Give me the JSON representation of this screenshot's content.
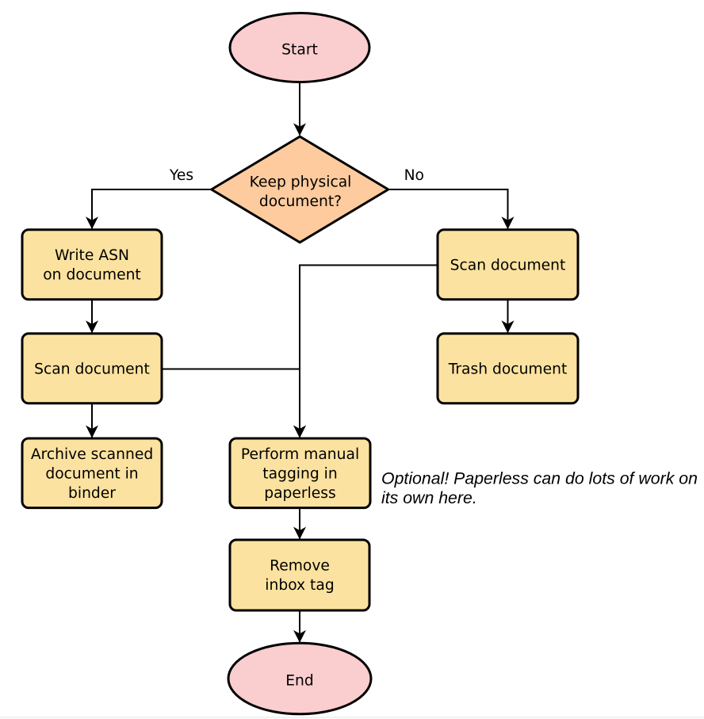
{
  "diagram": {
    "type": "flowchart",
    "direction": "top-down",
    "description": "Document intake decision flowchart: whether to keep the physical document, scanning, tagging and archiving steps"
  },
  "colors": {
    "background": "#ffffff",
    "terminal_fill": "#facdcf",
    "decision_fill": "#fdcb9e",
    "process_fill": "#fce2a0",
    "shape_stroke": "#000000",
    "edge_stroke": "#000000",
    "text": "#000000",
    "divider_line": "#e9ebee",
    "footer_band": "#f8f9fa"
  },
  "nodes": {
    "start": {
      "shape": "ellipse",
      "label": "Start"
    },
    "keep_physical": {
      "shape": "diamond",
      "lines": [
        "Keep physical",
        "document?"
      ]
    },
    "write_asn": {
      "shape": "rounded-rect",
      "lines": [
        "Write ASN",
        "on document"
      ]
    },
    "scan_left": {
      "shape": "rounded-rect",
      "label": "Scan document"
    },
    "archive": {
      "shape": "rounded-rect",
      "lines": [
        "Archive scanned",
        "document in",
        "binder"
      ]
    },
    "scan_right": {
      "shape": "rounded-rect",
      "label": "Scan document"
    },
    "trash": {
      "shape": "rounded-rect",
      "label": "Trash document"
    },
    "tagging": {
      "shape": "rounded-rect",
      "lines": [
        "Perform manual",
        "tagging in",
        "paperless"
      ]
    },
    "remove_inbox": {
      "shape": "rounded-rect",
      "lines": [
        "Remove",
        "inbox tag"
      ]
    },
    "end": {
      "shape": "ellipse",
      "label": "End"
    }
  },
  "edge_labels": {
    "yes": "Yes",
    "no": "No"
  },
  "edges": [
    {
      "from": "start",
      "to": "keep_physical",
      "label": ""
    },
    {
      "from": "keep_physical",
      "to": "write_asn",
      "label": "Yes"
    },
    {
      "from": "keep_physical",
      "to": "scan_right",
      "label": "No"
    },
    {
      "from": "write_asn",
      "to": "scan_left",
      "label": ""
    },
    {
      "from": "scan_left",
      "to": "archive",
      "label": ""
    },
    {
      "from": "scan_left",
      "to": "tagging",
      "label": ""
    },
    {
      "from": "scan_right",
      "to": "trash",
      "label": ""
    },
    {
      "from": "scan_right",
      "to": "tagging",
      "label": ""
    },
    {
      "from": "tagging",
      "to": "remove_inbox",
      "label": ""
    },
    {
      "from": "remove_inbox",
      "to": "end",
      "label": ""
    }
  ],
  "annotation": {
    "lines": [
      "Optional! Paperless can do lots of work on",
      "its own here."
    ]
  }
}
